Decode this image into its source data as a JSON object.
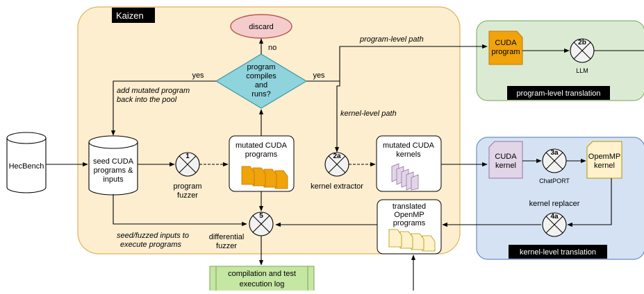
{
  "regions": {
    "kaizen": "Kaizen",
    "program_translation": "program-level translation",
    "kernel_translation": "kernel-level translation"
  },
  "nodes": {
    "discard": "discard",
    "decision": [
      "program",
      "compiles",
      "and",
      "runs?"
    ],
    "hecbench": "HecBench",
    "seed": [
      "seed CUDA",
      "programs &",
      "inputs"
    ],
    "fuzzer_num": "1",
    "fuzzer_label": [
      "program",
      "fuzzer"
    ],
    "mutated_programs": [
      "mutated CUDA",
      "programs"
    ],
    "extractor_num": "2a",
    "extractor_label": "kernel extractor",
    "mutated_kernels": [
      "mutated CUDA",
      "kernels"
    ],
    "diff_num": "5",
    "diff_label": [
      "differential",
      "fuzzer"
    ],
    "translated": [
      "translated",
      "OpenMP",
      "programs"
    ],
    "log": [
      "compilation and test",
      "execution  log"
    ],
    "cuda_program": [
      "CUDA",
      "program"
    ],
    "llm_num": "2b",
    "llm_label": "LLM",
    "cuda_kernel": [
      "CUDA",
      "kernel"
    ],
    "chatport_num": "3a",
    "chatport_label": "ChatPORT",
    "openmp_kernel": [
      "OpemMP",
      "kernel"
    ],
    "replacer_num": "4a",
    "replacer_label": "kernel replacer"
  },
  "edge_labels": {
    "no": "no",
    "yes_left": "yes",
    "yes_right": "yes",
    "add_back": [
      "add mutated program",
      "back into the pool"
    ],
    "program_path": "program-level path",
    "kernel_path": "kernel-level path",
    "seed_inputs": [
      "seed/fuzzed inputs to",
      "execute programs"
    ]
  },
  "colors": {
    "kaizen_fill": "#fdeecf",
    "kaizen_stroke": "#e0b35a",
    "program_fill": "#dbebd3",
    "program_stroke": "#87b56f",
    "kernel_fill": "#d5e2f3",
    "kernel_stroke": "#6b8fc4",
    "discard_fill": "#f5cccc",
    "discard_stroke": "#b85450",
    "decision_fill": "#8fd3dd",
    "decision_stroke": "#3b9aa8",
    "orange_doc": "#f0a30a",
    "purple_doc": "#e1d5e7",
    "yellow_doc": "#fff2cc",
    "log_fill": "#c6e6a4",
    "log_stroke": "#7aa84a"
  }
}
